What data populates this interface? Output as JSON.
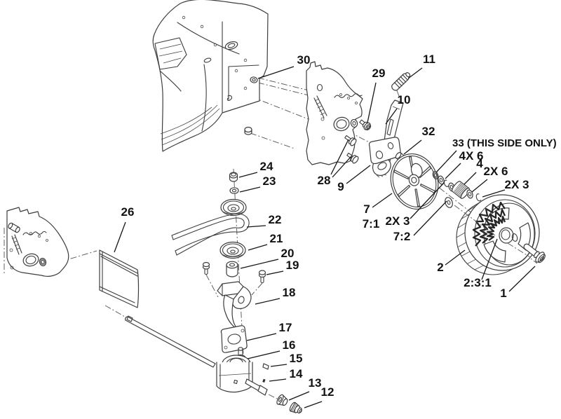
{
  "figure": {
    "background": "#ffffff",
    "line_color": "#3d3d3d",
    "label_color": "#121212",
    "note": "33 (THIS SIDE ONLY)"
  },
  "callouts": [
    {
      "id": "30",
      "label": "30"
    },
    {
      "id": "29",
      "label": "29"
    },
    {
      "id": "11",
      "label": "11"
    },
    {
      "id": "10",
      "label": "10"
    },
    {
      "id": "32",
      "label": "32"
    },
    {
      "id": "33-note",
      "label": "33 (THIS SIDE ONLY)"
    },
    {
      "id": "4x6",
      "label": "4X 6"
    },
    {
      "id": "4",
      "label": "4"
    },
    {
      "id": "2x6",
      "label": "2X 6"
    },
    {
      "id": "2x3-right",
      "label": "2X 3"
    },
    {
      "id": "7",
      "label": "7"
    },
    {
      "id": "7-1",
      "label": "7:1"
    },
    {
      "id": "2x3-left",
      "label": "2X 3"
    },
    {
      "id": "7-2",
      "label": "7:2"
    },
    {
      "id": "2",
      "label": "2"
    },
    {
      "id": "2-3-1",
      "label": "2:3:1"
    },
    {
      "id": "1",
      "label": "1"
    },
    {
      "id": "28",
      "label": "28"
    },
    {
      "id": "9",
      "label": "9"
    },
    {
      "id": "24",
      "label": "24"
    },
    {
      "id": "23",
      "label": "23"
    },
    {
      "id": "22",
      "label": "22"
    },
    {
      "id": "21",
      "label": "21"
    },
    {
      "id": "20",
      "label": "20"
    },
    {
      "id": "19",
      "label": "19"
    },
    {
      "id": "18",
      "label": "18"
    },
    {
      "id": "17",
      "label": "17"
    },
    {
      "id": "16",
      "label": "16"
    },
    {
      "id": "15",
      "label": "15"
    },
    {
      "id": "14",
      "label": "14"
    },
    {
      "id": "13",
      "label": "13"
    },
    {
      "id": "12",
      "label": "12"
    },
    {
      "id": "26",
      "label": "26"
    }
  ]
}
